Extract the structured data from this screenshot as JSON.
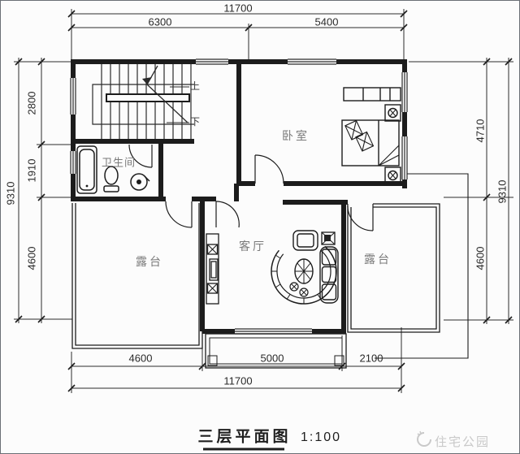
{
  "title": {
    "text": "三层平面图",
    "scale": "1:100"
  },
  "watermark": {
    "text": "住宅公园"
  },
  "rooms": {
    "bedroom": "卧室",
    "bathroom": "卫生间",
    "living": "客厅",
    "terrace_left": "露台",
    "terrace_right": "露台"
  },
  "stairs": {
    "up": "上",
    "down": "下"
  },
  "dimensions": {
    "top": {
      "total": "11700",
      "segments": [
        "6300",
        "5400"
      ]
    },
    "bottom": {
      "total": "11700",
      "segments": [
        "4600",
        "5000",
        "2100"
      ]
    },
    "left": {
      "total": "9310",
      "segments": [
        "2800",
        "1910",
        "4600"
      ]
    },
    "right": {
      "total": "9310",
      "segments": [
        "4710",
        "4600"
      ]
    }
  },
  "colors": {
    "wall": "#1c1c1c",
    "thin_line": "#2b2b2b",
    "dim_text": "#2a2a2a",
    "room_text": "#7a7a7a",
    "watermark": "#c9c9c9",
    "paper": "#fcfcfc"
  }
}
